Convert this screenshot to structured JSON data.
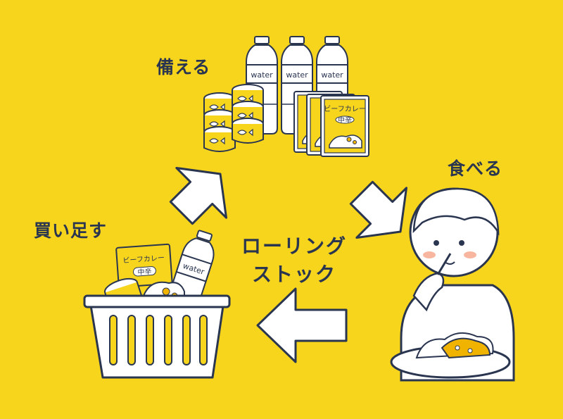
{
  "title": {
    "line1": "ローリング",
    "line2": "ストック"
  },
  "steps": {
    "prepare": "備える",
    "eat": "食べる",
    "buy": "買い足す"
  },
  "items": {
    "water": "water",
    "curry": "ビーフカレー",
    "curry_tag": "中辛"
  },
  "colors": {
    "background": "#f7d51d",
    "outline": "#2a3550",
    "white": "#ffffff"
  }
}
